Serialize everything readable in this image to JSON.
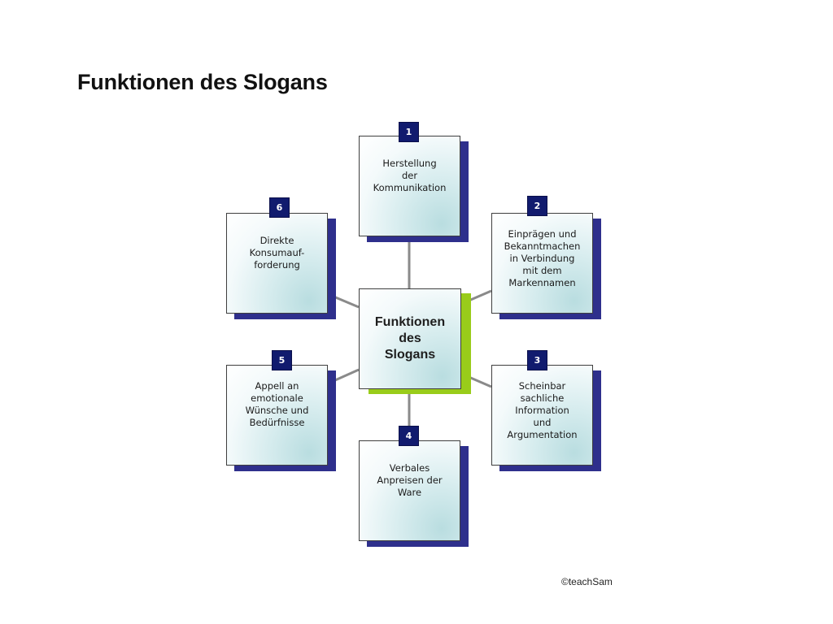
{
  "slide": {
    "title": "Funktionen des Slogans"
  },
  "diagram": {
    "center": "Funktionen\ndes\nSlogans",
    "nodes": [
      {
        "number": "1",
        "text": "Herstellung\nder\nKommunikation"
      },
      {
        "number": "2",
        "text": "Einprägen und\nBekanntmachen\nin Verbindung\nmit dem\nMarkennamen"
      },
      {
        "number": "3",
        "text": "Scheinbar\nsachliche\nInformation\nund\nArgumentation"
      },
      {
        "number": "4",
        "text": "Verbales\nAnpreisen der\nWare"
      },
      {
        "number": "5",
        "text": "Appell an\nemotionale\nWünsche und\nBedürfnisse"
      },
      {
        "number": "6",
        "text": "Direkte\nKonsumauf-\nforderung"
      }
    ],
    "colors": {
      "badge": "#111b6e",
      "card_shadow": "#2e2f8c",
      "center_shadow": "#99cc1a",
      "connector": "#8a8a8a"
    }
  },
  "footer": {
    "copyright": "©teachSam"
  }
}
